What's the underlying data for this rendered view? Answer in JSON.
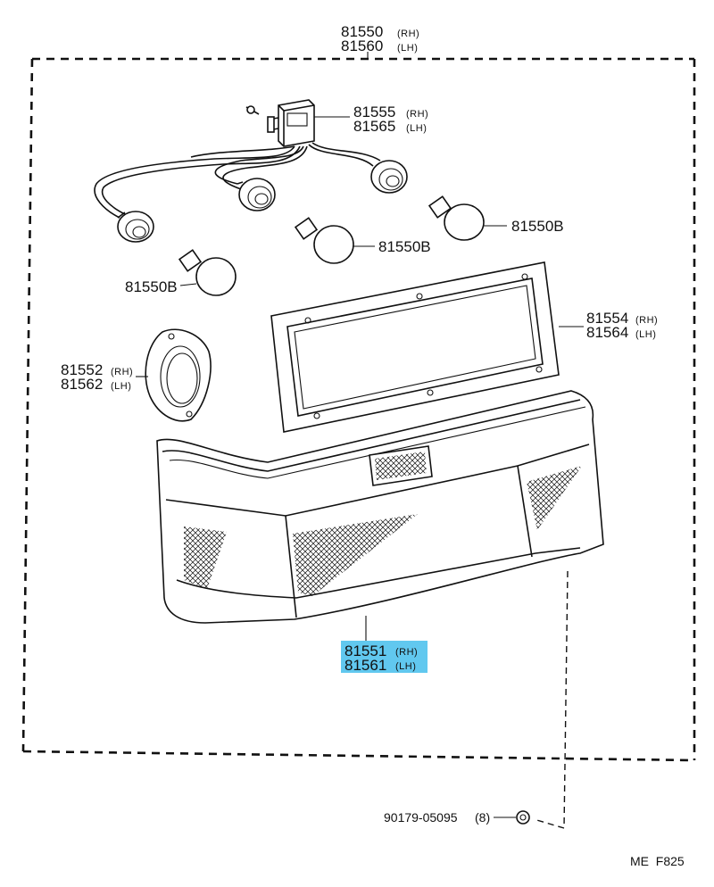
{
  "assembly": {
    "part_rh": "81550",
    "side_rh": "(RH)",
    "part_lh": "81560",
    "side_lh": "(LH)"
  },
  "socket_wire": {
    "part_rh": "81555",
    "side_rh": "(RH)",
    "part_lh": "81565",
    "side_lh": "(LH)"
  },
  "bulbs": [
    {
      "part": "81550B"
    },
    {
      "part": "81550B"
    },
    {
      "part": "81550B"
    }
  ],
  "gasket_lens": {
    "part_rh": "81554",
    "side_rh": "(RH)",
    "part_lh": "81564",
    "side_lh": "(LH)"
  },
  "gasket_socket": {
    "part_rh": "81552",
    "side_rh": "(RH)",
    "part_lh": "81562",
    "side_lh": "(LH)"
  },
  "lens": {
    "part_rh": "81551",
    "side_rh": "(RH)",
    "part_lh": "81561",
    "side_lh": "(LH)",
    "highlight": "#61c8ef"
  },
  "nut": {
    "part": "90179-05095",
    "qty": "(8)"
  },
  "footer": {
    "code": "ME  F825"
  }
}
